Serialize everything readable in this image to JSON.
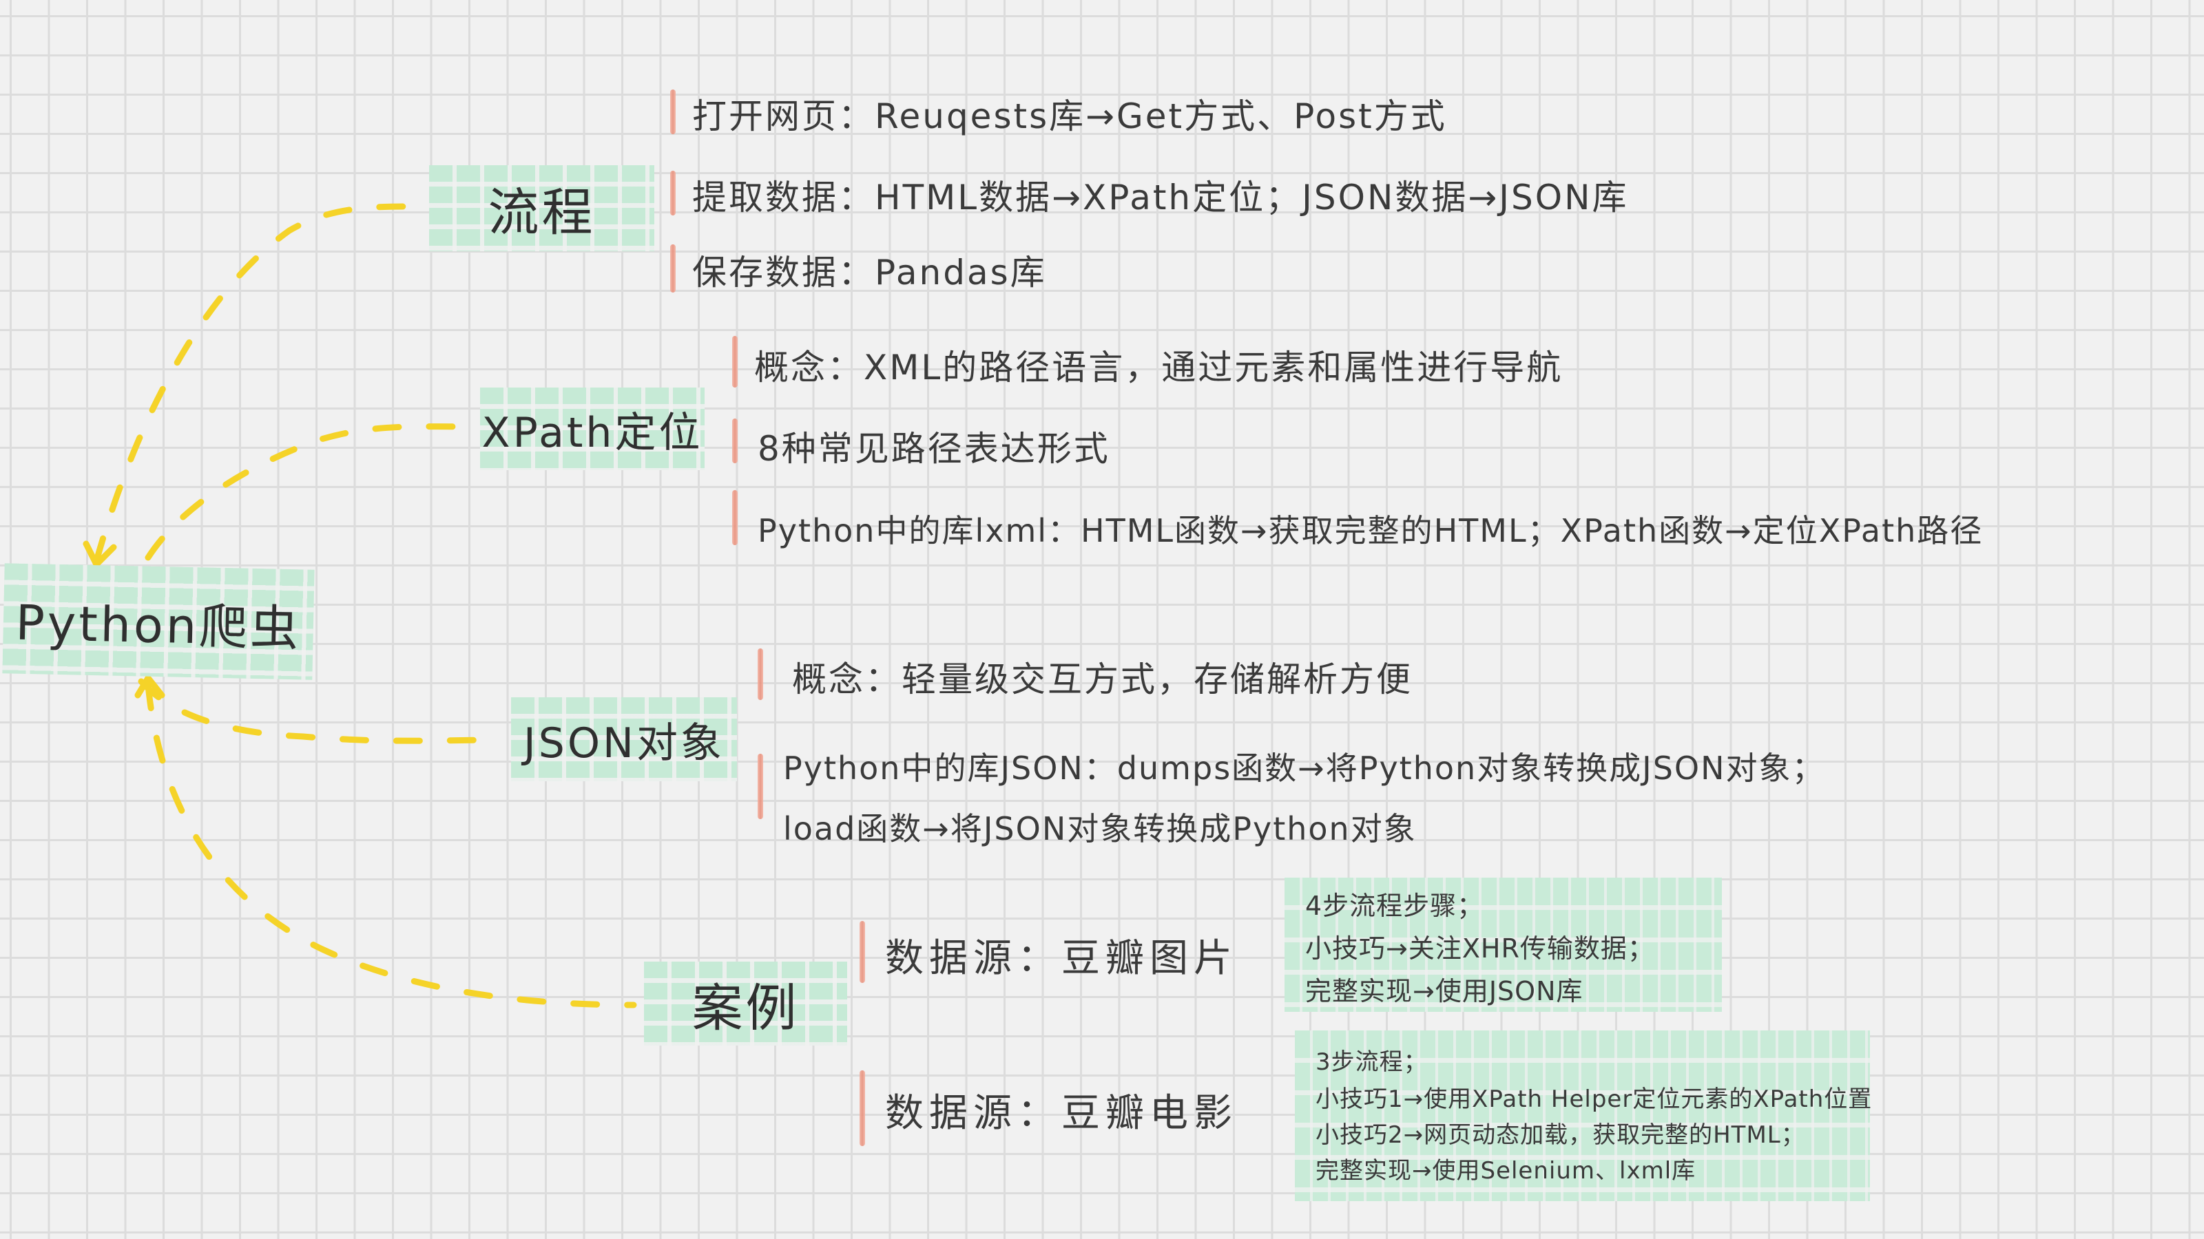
{
  "root": {
    "label": "Python爬虫"
  },
  "topics": [
    {
      "label": "流程",
      "items": [
        {
          "text": "打开网页：Reuqests库→Get方式、Post方式"
        },
        {
          "text": "提取数据：HTML数据→XPath定位；JSON数据→JSON库"
        },
        {
          "text": "保存数据：Pandas库"
        }
      ]
    },
    {
      "label": "XPath定位",
      "items": [
        {
          "text": "概念：XML的路径语言，通过元素和属性进行导航"
        },
        {
          "text": "8种常见路径表达形式"
        },
        {
          "text": "Python中的库lxml：HTML函数→获取完整的HTML；XPath函数→定位XPath路径"
        }
      ]
    },
    {
      "label": "JSON对象",
      "items": [
        {
          "text": "概念：轻量级交互方式，存储解析方便"
        },
        {
          "lines": [
            "Python中的库JSON：dumps函数→将Python对象转换成JSON对象；",
            "load函数→将JSON对象转换成Python对象"
          ]
        }
      ]
    },
    {
      "label": "案例",
      "items": [
        {
          "text": "数据源：豆瓣图片",
          "note": [
            "4步流程步骤；",
            "小技巧→关注XHR传输数据；",
            "完整实现→使用JSON库"
          ]
        },
        {
          "text": "数据源：豆瓣电影",
          "note": [
            "3步流程；",
            "小技巧1→使用XPath Helper定位元素的XPath位置",
            "小技巧2→网页动态加载，获取完整的HTML；",
            "完整实现→使用Selenium、lxml库"
          ]
        }
      ]
    }
  ],
  "colors": {
    "background": "#f1f1f1",
    "grid": "#dcdcdc",
    "tape": "#c6ead6",
    "connector": "#f5d328",
    "accent_bar": "#e88f7b",
    "text": "#3a3a3a"
  }
}
